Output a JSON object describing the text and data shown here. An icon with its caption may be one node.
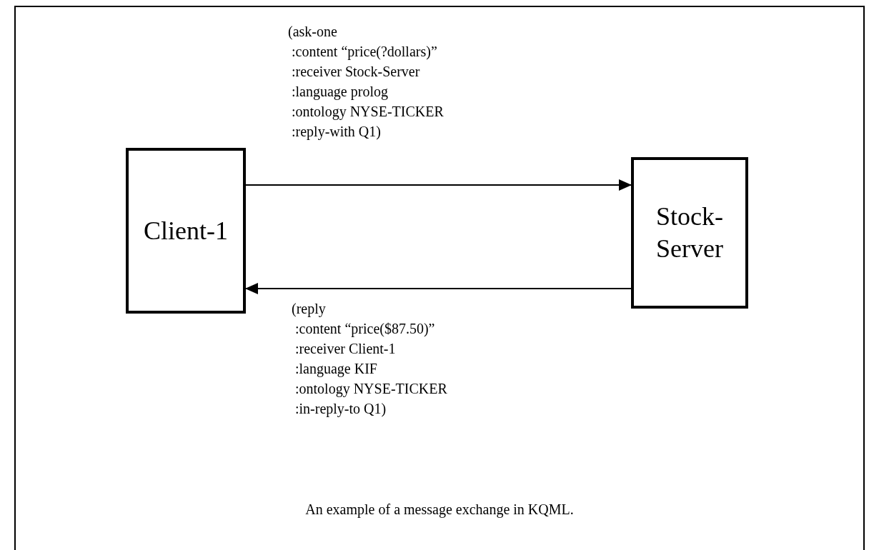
{
  "diagram": {
    "caption": "An example of a message exchange in KQML.",
    "nodes": [
      {
        "text": [
          "Client-1"
        ]
      },
      {
        "text": [
          "Stock-Server"
        ]
      }
    ],
    "edges": [
      {
        "from": 0,
        "to": 1,
        "arrow": "to"
      },
      {
        "from": 1,
        "to": 0,
        "arrow": "to"
      }
    ],
    "labels": [
      "(ask-one",
      ":content “price(?dollars)”",
      ":receiver Stock-Server",
      ":language prolog",
      ":ontology NYSE-TICKER",
      ":reply-with Q1)",
      "(reply",
      ":content “price($87.50)”",
      ":receiver Client-1",
      ":language KIF",
      ":ontology NYSE-TICKER",
      ":in-reply-to Q1)"
    ]
  }
}
